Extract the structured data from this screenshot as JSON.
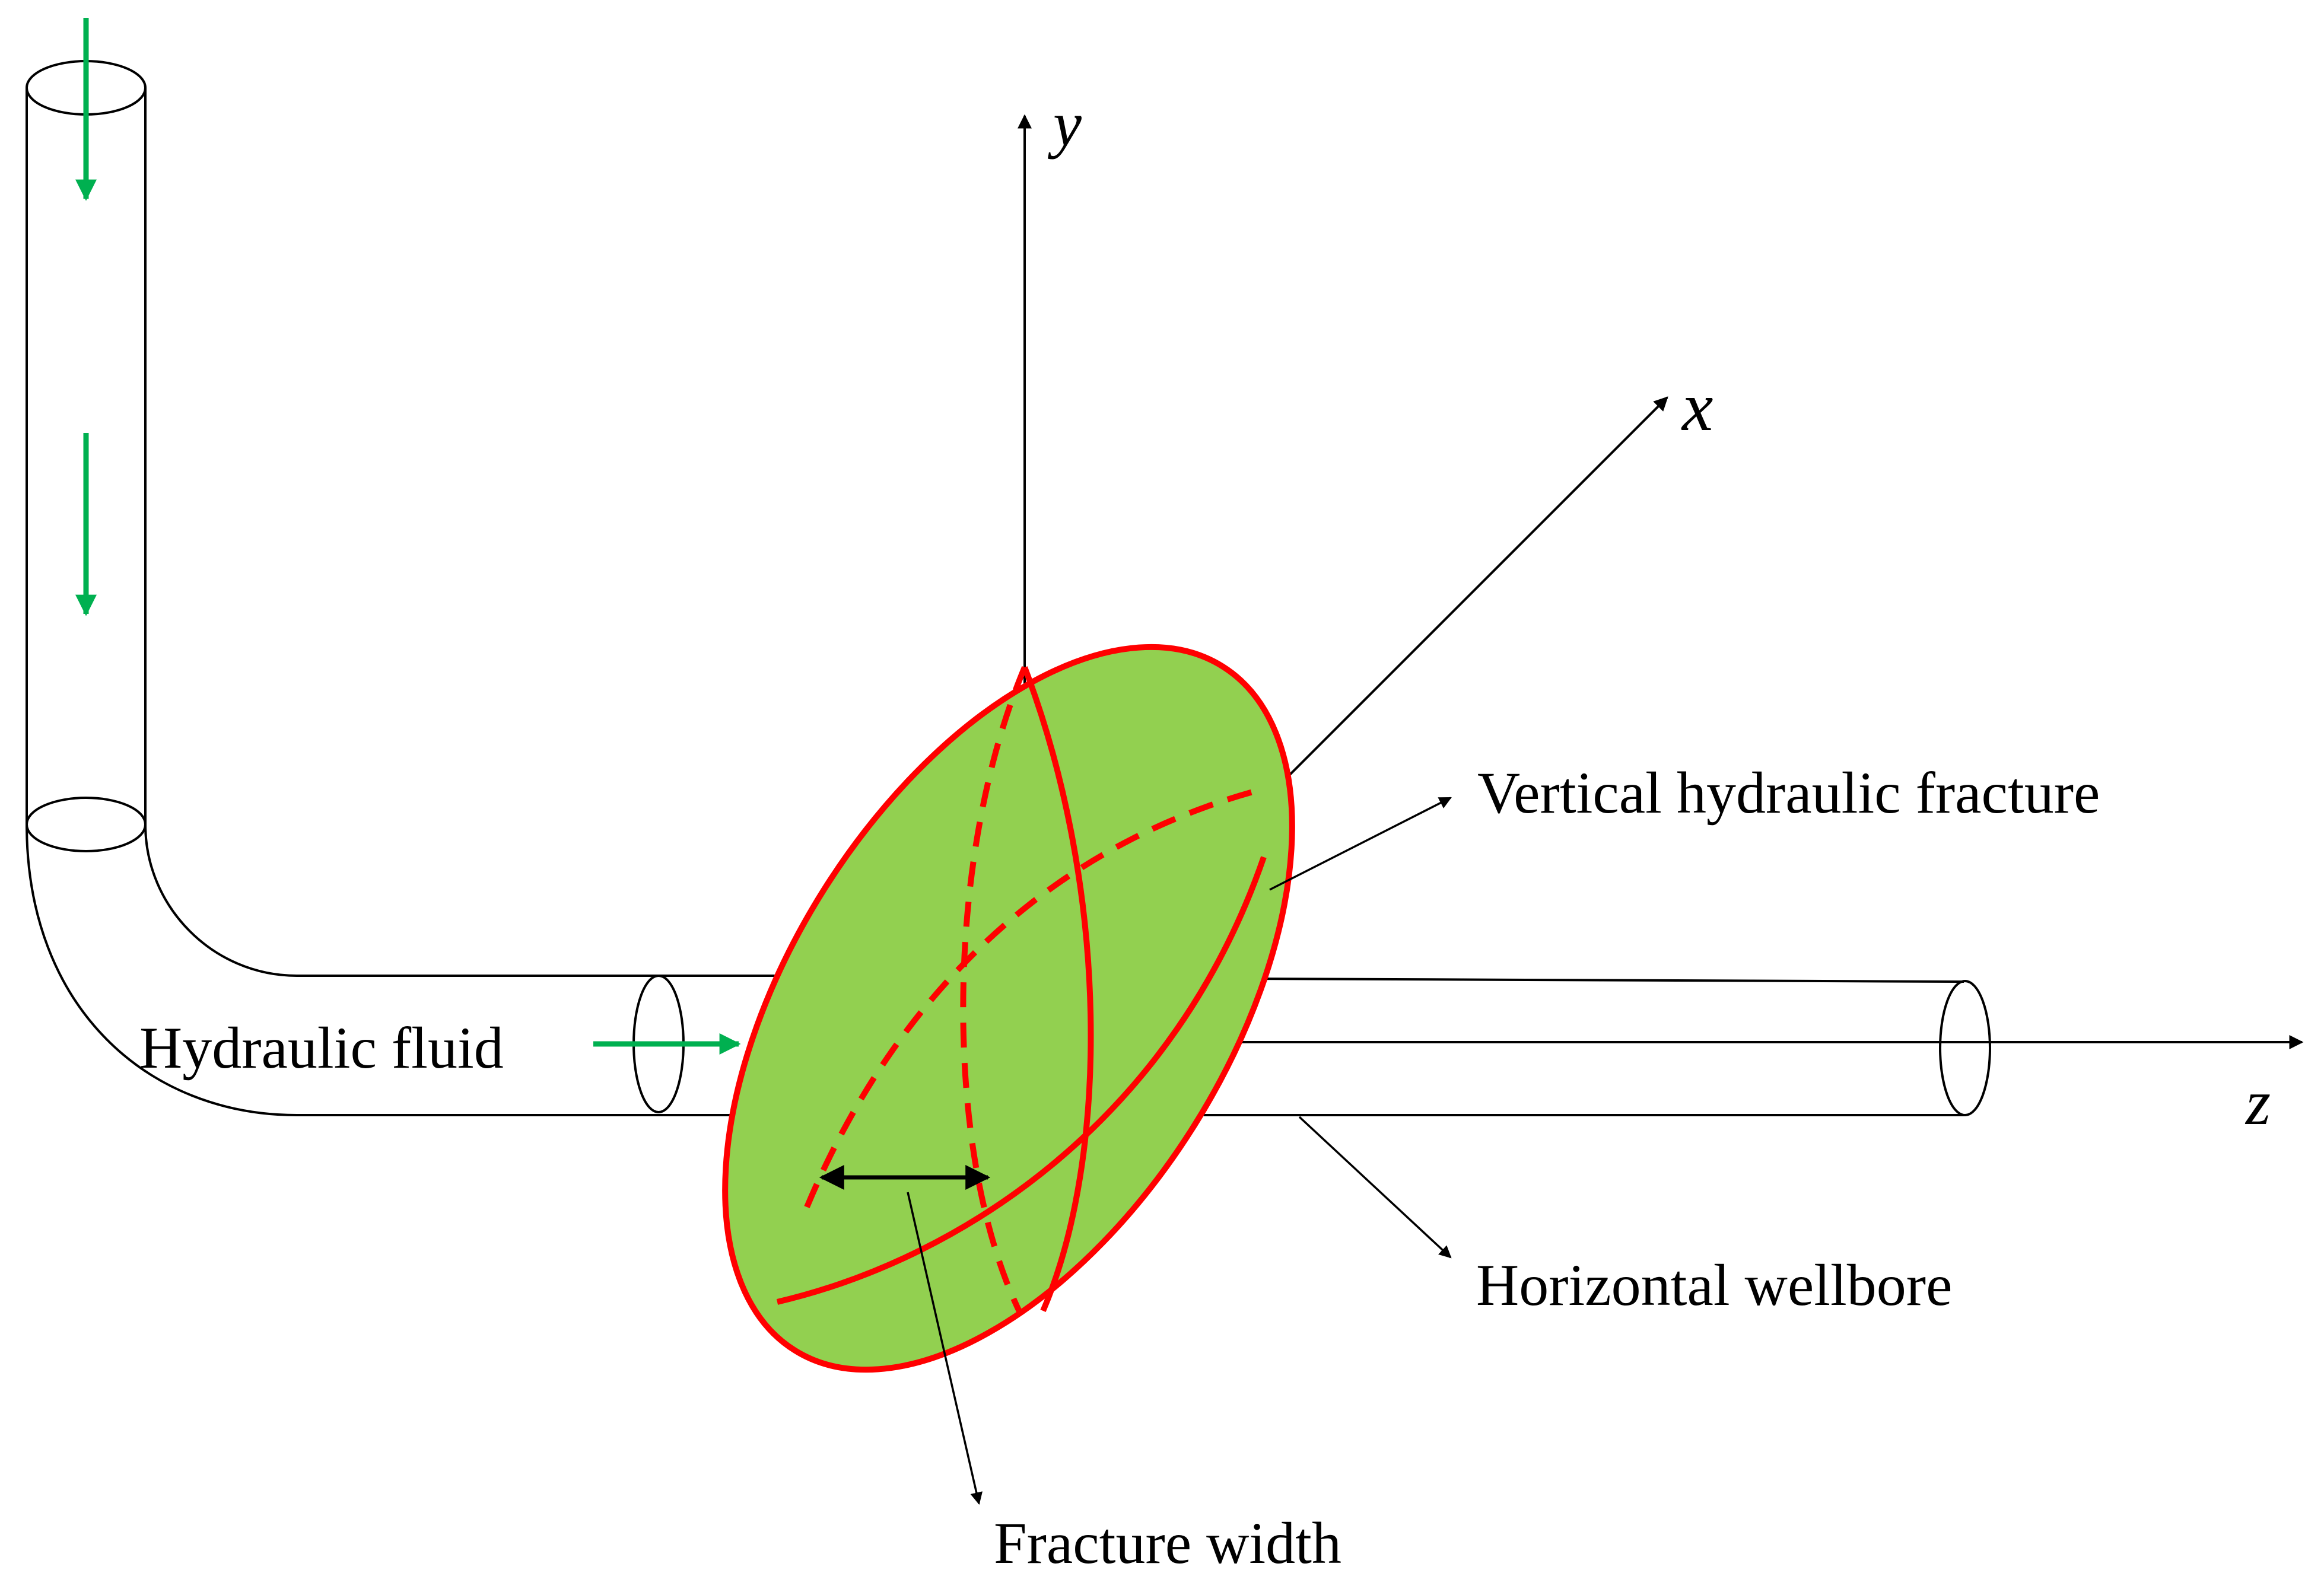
{
  "labels": {
    "y_axis": "y",
    "x_axis": "x",
    "z_axis": "z",
    "vertical_fracture": "Vertical hydraulic fracture",
    "hydraulic_fluid": "Hydraulic fluid",
    "horizontal_wellbore": "Horizontal wellbore",
    "fracture_width": "Fracture width"
  },
  "colors": {
    "fracture_fill": "#92d050",
    "fracture_outline": "#ff0000",
    "flow_arrow": "#00b050",
    "line": "#000000"
  },
  "icons": {
    "flow": "green-flow-arrow",
    "width": "double-headed-arrow"
  }
}
